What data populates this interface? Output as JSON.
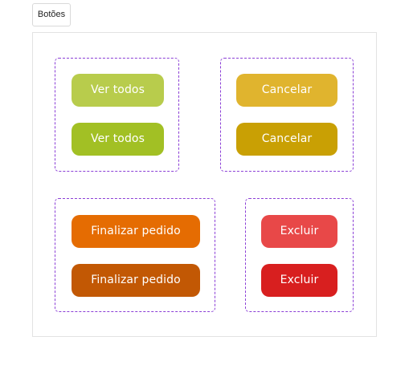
{
  "tab": {
    "label": "Botões"
  },
  "groups": {
    "ver_todos": {
      "primary_label": "Ver todos",
      "hover_label": "Ver todos",
      "colors": {
        "primary": "#b8cc4c",
        "hover": "#a2c024"
      }
    },
    "cancelar": {
      "primary_label": "Cancelar",
      "hover_label": "Cancelar",
      "colors": {
        "primary": "#e0b42e",
        "hover": "#c9a004"
      }
    },
    "finalizar_pedido": {
      "primary_label": "Finalizar pedido",
      "hover_label": "Finalizar pedido",
      "colors": {
        "primary": "#e56c02",
        "hover": "#c25804"
      }
    },
    "excluir": {
      "primary_label": "Excluir",
      "hover_label": "Excluir",
      "colors": {
        "primary": "#e84848",
        "hover": "#d81f1f"
      }
    }
  },
  "colors": {
    "group_border": "#8b3fd6",
    "canvas_border": "#e2e2e2"
  }
}
